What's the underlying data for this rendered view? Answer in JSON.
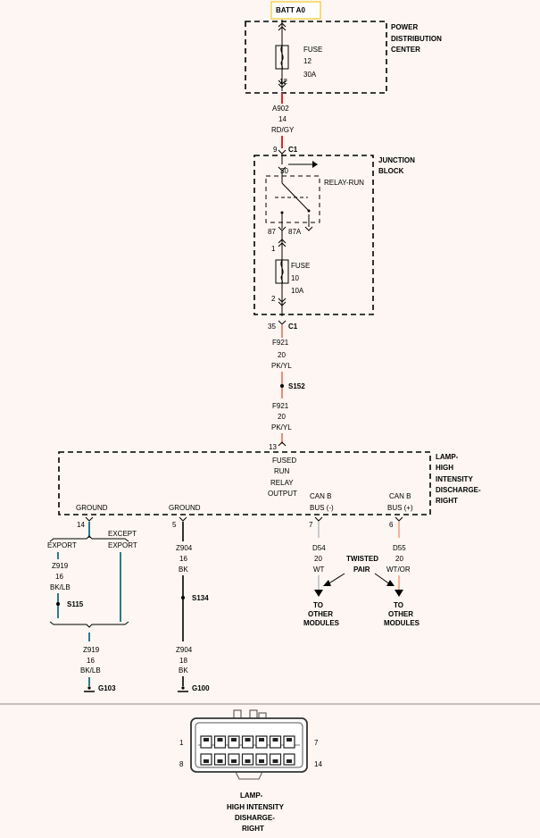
{
  "battery_label": "BATT A0",
  "power_distribution": {
    "title": [
      "POWER",
      "DISTRIBUTION",
      "CENTER"
    ],
    "fuse_label": "FUSE",
    "fuse_number": "12",
    "fuse_rating": "30A",
    "pin": "12"
  },
  "wire_a902": {
    "circuit": "A902",
    "gauge": "14",
    "color": "RD/GY",
    "hex": "#e8202a"
  },
  "junction_block": {
    "title": [
      "JUNCTION",
      "BLOCK"
    ],
    "pin_in": "9",
    "connector_in": "C1",
    "relay_pin30": "30",
    "relay_label": "RELAY-RUN",
    "relay_pin87": "87",
    "relay_pin87a": "87A",
    "fuse_pin1": "1",
    "fuse_label": "FUSE",
    "fuse_number": "10",
    "fuse_rating": "10A",
    "fuse_pin2": "2",
    "pin_out": "35",
    "connector_out": "C1"
  },
  "wire_f921": {
    "circuit": "F921",
    "gauge": "20",
    "color": "PK/YL",
    "hex": "#f08a78"
  },
  "splice_s152": "S152",
  "lamp_module": {
    "title": [
      "LAMP-",
      "HIGH",
      "INTENSITY",
      "DISCHARGE-",
      "RIGHT"
    ],
    "pin13": "13",
    "fused_text": [
      "FUSED",
      "RUN",
      "RELAY",
      "OUTPUT"
    ],
    "ground1_label": "GROUND",
    "ground1_pin": "14",
    "ground2_label": "GROUND",
    "ground2_pin": "5",
    "canb_neg_label": [
      "CAN B",
      "BUS (-)"
    ],
    "canb_neg_pin": "7",
    "canb_pos_label": [
      "CAN B",
      "BUS (+)"
    ],
    "canb_pos_pin": "6"
  },
  "ground_left": {
    "export_label": "EXPORT",
    "except_export_label": [
      "EXCEPT",
      "EXPORT"
    ],
    "wire": {
      "circuit": "Z919",
      "gauge": "16",
      "color": "BK/LB",
      "hex": "#2a7c8c"
    },
    "splice": "S115",
    "wire_below": {
      "circuit": "Z919",
      "gauge": "16",
      "color": "BK/LB"
    },
    "ground": "G103"
  },
  "ground_mid": {
    "wire": {
      "circuit": "Z904",
      "gauge": "16",
      "color": "BK",
      "hex": "#333333"
    },
    "splice": "S134",
    "wire_below": {
      "circuit": "Z904",
      "gauge": "18",
      "color": "BK"
    },
    "ground": "G100"
  },
  "can_neg_wire": {
    "circuit": "D54",
    "gauge": "20",
    "color": "WT",
    "hex": "#cccccc"
  },
  "can_pos_wire": {
    "circuit": "D55",
    "gauge": "20",
    "color": "WT/OR",
    "hex": "#f3b49a"
  },
  "twisted_pair_label": [
    "TWISTED",
    "PAIR"
  ],
  "to_other_modules_left": [
    "TO",
    "OTHER",
    "MODULES"
  ],
  "to_other_modules_right": [
    "TO",
    "OTHER",
    "MODULES"
  ],
  "connector_view": {
    "pin_top_left": "1",
    "pin_top_right": "7",
    "pin_bottom_left": "8",
    "pin_bottom_right": "14",
    "caption": [
      "LAMP-",
      "HIGH INTENSITY",
      "DISHARGE-",
      "RIGHT"
    ]
  }
}
